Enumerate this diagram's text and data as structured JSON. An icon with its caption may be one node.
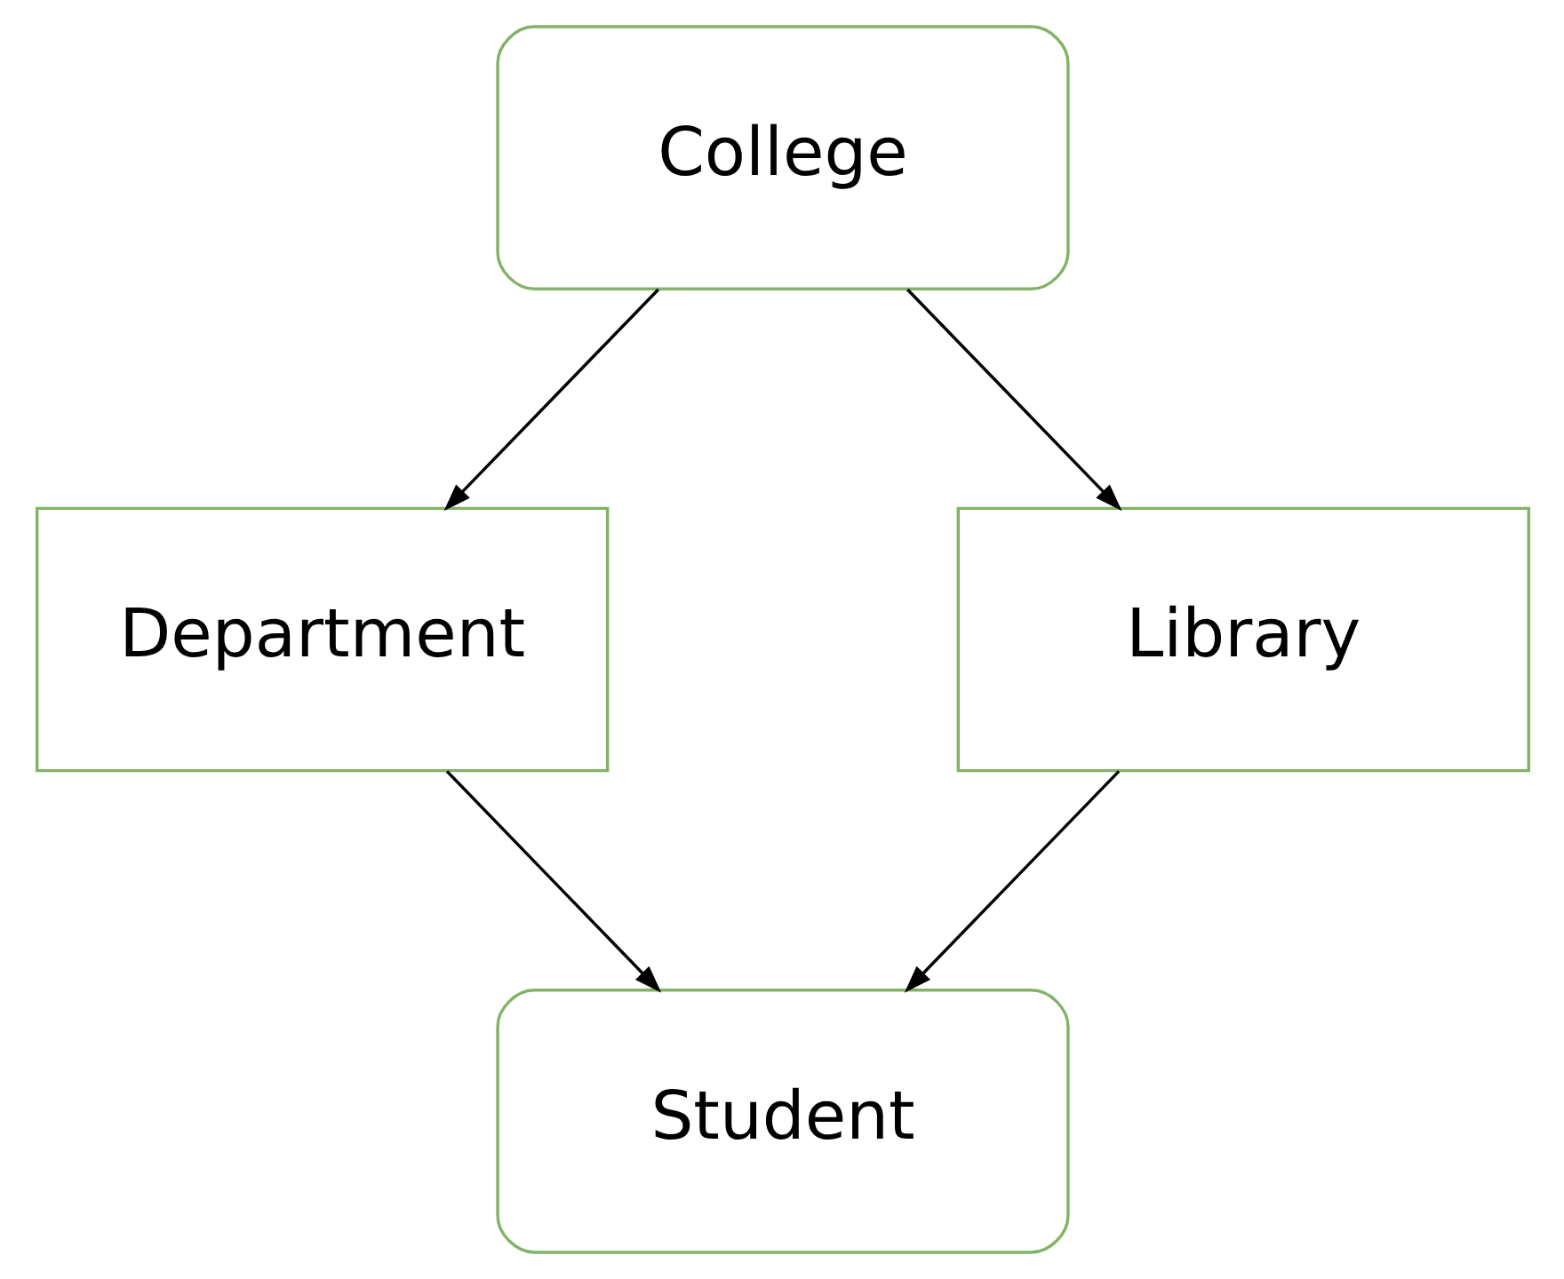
{
  "diagram": {
    "nodes": [
      {
        "text": [
          "College"
        ]
      },
      {
        "text": [
          "Department"
        ]
      },
      {
        "text": [
          "Library"
        ]
      },
      {
        "text": [
          "Student"
        ]
      }
    ],
    "edges": [
      {
        "from": 0,
        "to": 1,
        "arrow": "to"
      },
      {
        "from": 0,
        "to": 2,
        "arrow": "to"
      },
      {
        "from": 1,
        "to": 3,
        "arrow": "to"
      },
      {
        "from": 2,
        "to": 3,
        "arrow": "to"
      }
    ]
  }
}
